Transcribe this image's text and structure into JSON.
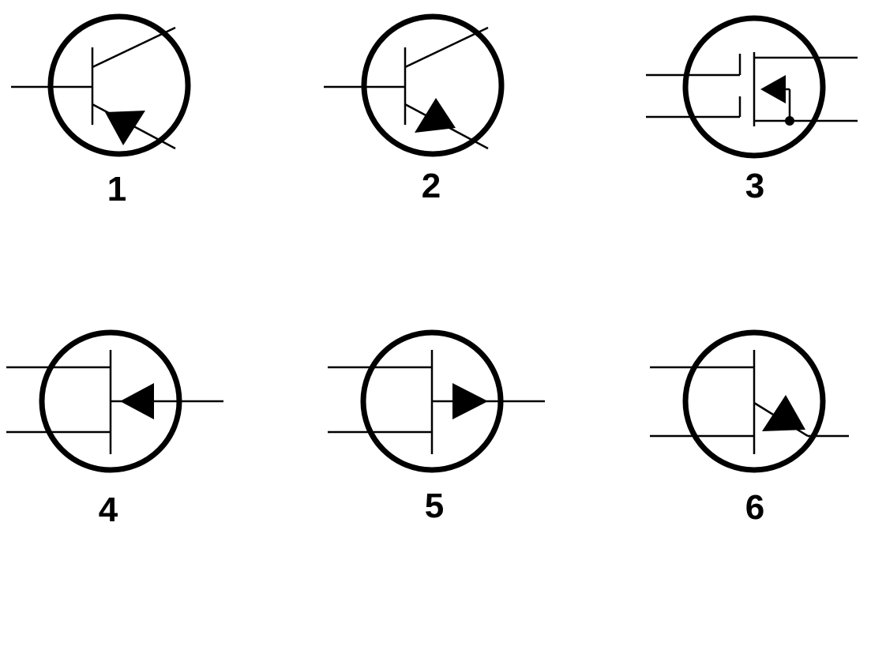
{
  "colors": {
    "background": "#ffffff",
    "stroke": "#000000"
  },
  "symbols": [
    {
      "label": "1",
      "icon": "npn-transistor-icon"
    },
    {
      "label": "2",
      "icon": "pnp-transistor-icon"
    },
    {
      "label": "3",
      "icon": "mosfet-icon"
    },
    {
      "label": "4",
      "icon": "jfet-arrow-in-icon"
    },
    {
      "label": "5",
      "icon": "jfet-arrow-out-icon"
    },
    {
      "label": "6",
      "icon": "igbt-icon"
    }
  ]
}
